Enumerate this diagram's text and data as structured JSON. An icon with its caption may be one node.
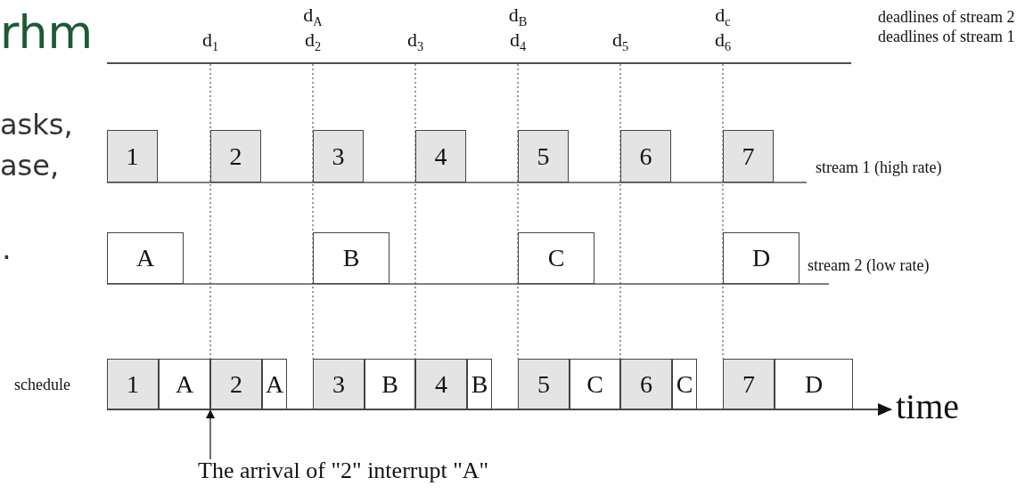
{
  "diagram": {
    "nodes": [
      {
        "text": [
          "1"
        ]
      },
      {
        "text": [
          "2"
        ]
      },
      {
        "text": [
          "3"
        ]
      },
      {
        "text": [
          "4"
        ]
      },
      {
        "text": [
          "5"
        ]
      },
      {
        "text": [
          "6"
        ]
      },
      {
        "text": [
          "7"
        ]
      },
      {
        "text": [
          "A"
        ]
      },
      {
        "text": [
          "B"
        ]
      },
      {
        "text": [
          "C"
        ]
      },
      {
        "text": [
          "D"
        ]
      },
      {
        "text": [
          "1"
        ]
      },
      {
        "text": [
          "A"
        ]
      },
      {
        "text": [
          "2"
        ]
      },
      {
        "text": [
          "A"
        ]
      },
      {
        "text": [
          "3"
        ]
      },
      {
        "text": [
          "B"
        ]
      },
      {
        "text": [
          "4"
        ]
      },
      {
        "text": [
          "B"
        ]
      },
      {
        "text": [
          "5"
        ]
      },
      {
        "text": [
          "C"
        ]
      },
      {
        "text": [
          "6"
        ]
      },
      {
        "text": [
          "C"
        ]
      },
      {
        "text": [
          "7"
        ]
      },
      {
        "text": [
          "D"
        ]
      },
      {
        "text": [
          "The arrival of \"2\" interrupt \"A\""
        ]
      }
    ],
    "edges": [
      {
        "from": 25,
        "to": 13,
        "arrow": "to"
      }
    ],
    "labels": [
      "d$_{A}$",
      "d$_{B}$",
      "d$_{c}$",
      "deadlines of stream 2",
      "rhm",
      "d$_{1}$",
      "d$_{2}$",
      "d$_{3}$",
      "d$_{4}$",
      "d$_{5}$",
      "d$_{6}$",
      "deadlines of stream 1",
      "asks,",
      "ase,",
      "stream 1 (high rate)",
      ".",
      "stream 2 (low rate)",
      "schedule",
      "time"
    ]
  }
}
